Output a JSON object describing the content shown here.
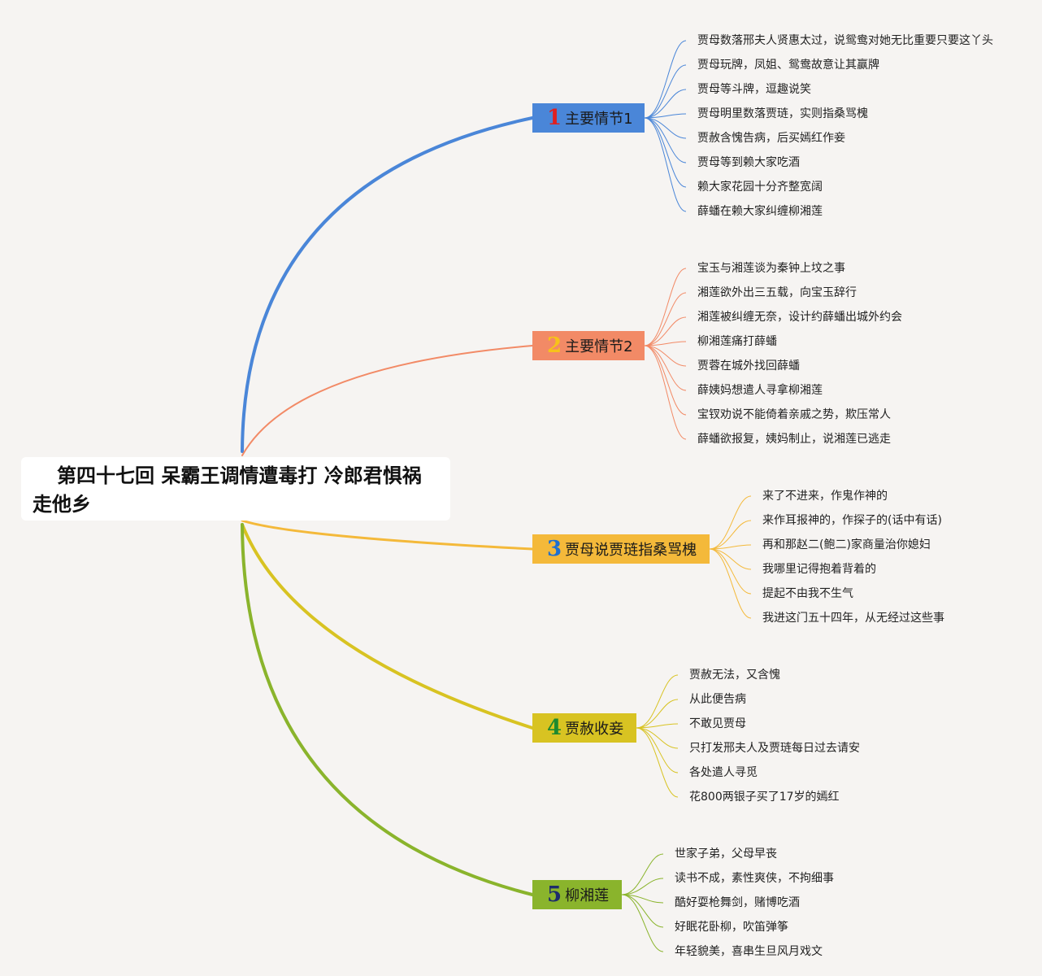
{
  "root": {
    "title": "第四十七回 呆霸王调情遭毒打 冷郎君惧祸走他乡"
  },
  "branches": [
    {
      "num": "1",
      "label": "主要情节1",
      "color": "#4a86d8",
      "num_color": "#e02020",
      "children": [
        "贾母数落邢夫人贤惠太过，说鸳鸯对她无比重要只要这丫头",
        "贾母玩牌，凤姐、鸳鸯故意让其赢牌",
        "贾母等斗牌，逗趣说笑",
        "贾母明里数落贾琏，实则指桑骂槐",
        "贾赦含愧告病，后买嫣红作妾",
        "贾母等到赖大家吃酒",
        "赖大家花园十分齐整宽阔",
        "薛蟠在赖大家纠缠柳湘莲"
      ]
    },
    {
      "num": "2",
      "label": "主要情节2",
      "color": "#f28a66",
      "num_color": "#f7c21a",
      "children": [
        "宝玉与湘莲谈为秦钟上坟之事",
        "湘莲欲外出三五载，向宝玉辞行",
        "湘莲被纠缠无奈，设计约薛蟠出城外约会",
        "柳湘莲痛打薛蟠",
        "贾蓉在城外找回薛蟠",
        "薛姨妈想遣人寻拿柳湘莲",
        "宝钗劝说不能倚着亲戚之势，欺压常人",
        "薛蟠欲报复，姨妈制止，说湘莲已逃走"
      ]
    },
    {
      "num": "3",
      "label": "贾母说贾琏指桑骂槐",
      "color": "#f4b93a",
      "num_color": "#1e6fd0",
      "children": [
        "来了不进来，作鬼作神的",
        "来作耳报神的，作探子的(话中有话)",
        "再和那赵二(鲍二)家商量治你媳妇",
        "我哪里记得抱着背着的",
        "提起不由我不生气",
        "我进这门五十四年，从无经过这些事"
      ]
    },
    {
      "num": "4",
      "label": "贾赦收妾",
      "color": "#d8c322",
      "num_color": "#1e8a2e",
      "children": [
        "贾赦无法，又含愧",
        "从此便告病",
        "不敢见贾母",
        "只打发邢夫人及贾琏每日过去请安",
        "各处遣人寻觅",
        "花800两银子买了17岁的嫣红"
      ]
    },
    {
      "num": "5",
      "label": "柳湘莲",
      "color": "#8ab42c",
      "num_color": "#1d2d6b",
      "children": [
        "世家子弟，父母早丧",
        "读书不成，素性爽侠，不拘细事",
        "酷好耍枪舞剑，赌博吃酒",
        "好眠花卧柳，吹笛弹筝",
        "年轻貌美，喜串生旦风月戏文"
      ]
    }
  ]
}
